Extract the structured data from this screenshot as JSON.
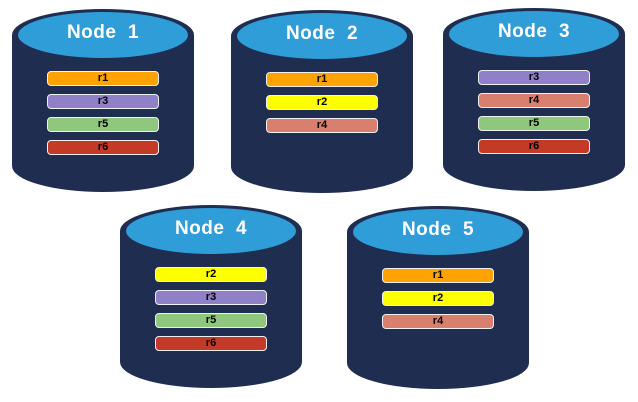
{
  "diagram": {
    "description": "Database nodes with replica distribution",
    "nodes": [
      {
        "label": "Node  1",
        "replicas": [
          "r1",
          "r3",
          "r5",
          "r6"
        ]
      },
      {
        "label": "Node  2",
        "replicas": [
          "r1",
          "r2",
          "r4"
        ]
      },
      {
        "label": "Node  3",
        "replicas": [
          "r3",
          "r4",
          "r5",
          "r6"
        ]
      },
      {
        "label": "Node  4",
        "replicas": [
          "r2",
          "r3",
          "r5",
          "r6"
        ]
      },
      {
        "label": "Node  5",
        "replicas": [
          "r1",
          "r2",
          "r4"
        ]
      }
    ],
    "replica_colors": {
      "r1": "#FFA302",
      "r2": "#FEFF00",
      "r3": "#9080C7",
      "r4": "#D97F6E",
      "r5": "#8FC77C",
      "r6": "#C33B27"
    },
    "cylinder_colors": {
      "body": "#1F2E50",
      "cap": "#2F9DD8"
    }
  }
}
